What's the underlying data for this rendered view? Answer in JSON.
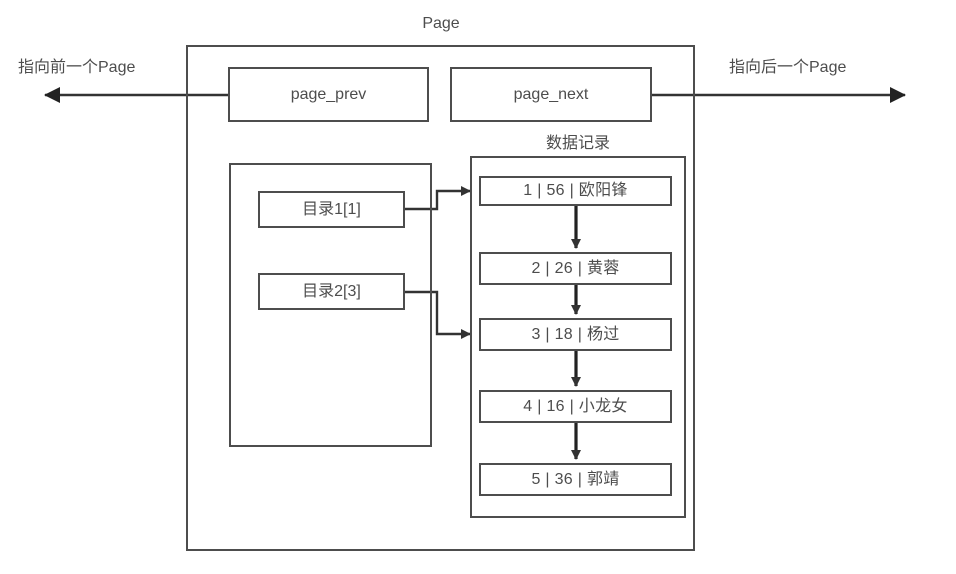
{
  "diagram": {
    "title_label": "Page",
    "outer_left_arrow_label": "指向前一个Page",
    "outer_right_arrow_label": "指向后一个Page",
    "pointers": {
      "prev_label": "page_prev",
      "next_label": "page_next"
    },
    "directory_section": {
      "items": [
        {
          "label": "目录1[1]"
        },
        {
          "label": "目录2[3]"
        }
      ]
    },
    "records_section": {
      "title_label": "数据记录",
      "rows": [
        {
          "id": "1",
          "age": "56",
          "name": "欧阳锋",
          "text": "1 | 56 | 欧阳锋"
        },
        {
          "id": "2",
          "age": "26",
          "name": "黄蓉",
          "text": "2 | 26 | 黄蓉"
        },
        {
          "id": "3",
          "age": "18",
          "name": "杨过",
          "text": "3 | 18 | 杨过"
        },
        {
          "id": "4",
          "age": "16",
          "name": "小龙女",
          "text": "4 | 16 | 小龙女"
        },
        {
          "id": "5",
          "age": "36",
          "name": "郭靖",
          "text": "5 | 36 | 郭靖"
        }
      ]
    },
    "colors": {
      "stroke": "#4d4d4d",
      "text": "#4d4d4d",
      "background": "#ffffff"
    }
  }
}
